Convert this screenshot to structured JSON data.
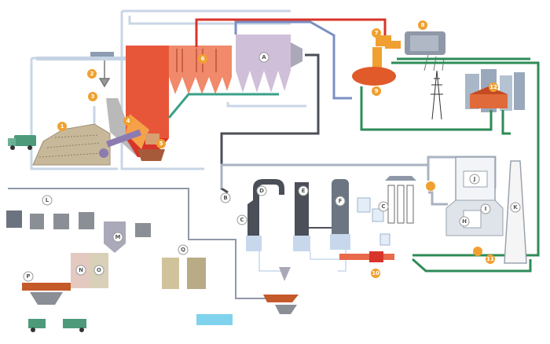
{
  "labels": {
    "n1": "1",
    "n2": "2",
    "n3": "3",
    "n4": "4",
    "n5": "5",
    "n6": "6",
    "n7": "7",
    "n8": "8",
    "n9": "9",
    "n10": "10",
    "n11": "11",
    "n12": "12",
    "A": "A",
    "B": "B",
    "C1": "C",
    "C2": "C",
    "D": "D",
    "E": "E",
    "F": "F",
    "H": "H",
    "I": "I",
    "J": "J",
    "K": "K",
    "L": "L",
    "M": "M",
    "N": "N",
    "O": "O",
    "P": "P",
    "Q": "Q"
  },
  "colors": {
    "furnace": "#e8563a",
    "furnace_light": "#f08a6a",
    "steam_red": "#d8342a",
    "flue": "#cfcfe6",
    "pipe_grey": "#8f98a8",
    "pipe_dark": "#4b4f57",
    "pipe_green": "#2e8b57",
    "pipe_blue": "#7b8fc4",
    "building": "#e6eef6",
    "tank_grey": "#b9b9b9",
    "generator_orange": "#f0a030",
    "waste": "#c8b89a"
  }
}
